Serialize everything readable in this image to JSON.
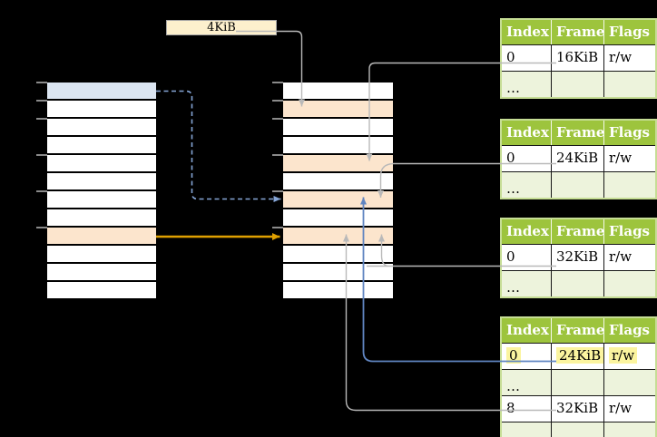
{
  "page_size_label": "4KiB",
  "colors": {
    "header_green": "#9dc43d",
    "table_border_green": "#c6dd95",
    "dots_row_bg": "#edf3dc",
    "orange_row": "#fce5cd",
    "blue_row": "#dbe5f1",
    "yellow_highlight": "#fbf49f",
    "label_box_bg": "#fdf0cd",
    "gray_line": "#b9b9b9",
    "blue_line": "#6085c1",
    "blue_dashed_line": "#85a5d6",
    "orange_line": "#dfa000"
  },
  "virtual_memory": {
    "rows": [
      "blue",
      "",
      "",
      "",
      "",
      "",
      "",
      "",
      "orange",
      "",
      "",
      ""
    ]
  },
  "physical_memory": {
    "rows": [
      "",
      "orange",
      "",
      "",
      "orange",
      "",
      "orange",
      "",
      "orange",
      "",
      "",
      ""
    ]
  },
  "page_tables": [
    {
      "headers": [
        "Index",
        "Frame",
        "Flags"
      ],
      "rows": [
        {
          "cells": [
            "0",
            "16KiB",
            "r/w"
          ],
          "dots": false,
          "highlight": false
        },
        {
          "cells": [
            "…",
            "",
            ""
          ],
          "dots": true,
          "highlight": false
        }
      ]
    },
    {
      "headers": [
        "Index",
        "Frame",
        "Flags"
      ],
      "rows": [
        {
          "cells": [
            "0",
            "24KiB",
            "r/w"
          ],
          "dots": false,
          "highlight": false
        },
        {
          "cells": [
            "…",
            "",
            ""
          ],
          "dots": true,
          "highlight": false
        }
      ]
    },
    {
      "headers": [
        "Index",
        "Frame",
        "Flags"
      ],
      "rows": [
        {
          "cells": [
            "0",
            "32KiB",
            "r/w"
          ],
          "dots": false,
          "highlight": false
        },
        {
          "cells": [
            "…",
            "",
            ""
          ],
          "dots": true,
          "highlight": false
        }
      ]
    },
    {
      "headers": [
        "Index",
        "Frame",
        "Flags"
      ],
      "rows": [
        {
          "cells": [
            "0",
            "24KiB",
            "r/w"
          ],
          "dots": false,
          "highlight": true
        },
        {
          "cells": [
            "…",
            "",
            ""
          ],
          "dots": true,
          "highlight": false
        },
        {
          "cells": [
            "8",
            "32KiB",
            "r/w"
          ],
          "dots": false,
          "highlight": false
        },
        {
          "cells": [
            "…",
            "",
            ""
          ],
          "dots": true,
          "highlight": false
        }
      ]
    }
  ],
  "connections": [
    {
      "from": "size-label",
      "to": "physical-frame-2",
      "style": "gray"
    },
    {
      "from": "page-table-1-row-1",
      "to": "physical-frame-5",
      "style": "gray"
    },
    {
      "from": "page-table-2-row-1",
      "to": "physical-frame-7",
      "style": "gray"
    },
    {
      "from": "page-table-3-row-1",
      "to": "physical-frame-9",
      "style": "gray"
    },
    {
      "from": "page-table-4-row-1",
      "to": "physical-frame-7",
      "style": "blue"
    },
    {
      "from": "page-table-4-row-3",
      "to": "physical-frame-9",
      "style": "gray"
    },
    {
      "from": "virtual-page-1",
      "to": "physical-frame-7",
      "style": "blue-dashed"
    },
    {
      "from": "virtual-page-9",
      "to": "physical-frame-9",
      "style": "orange"
    }
  ]
}
